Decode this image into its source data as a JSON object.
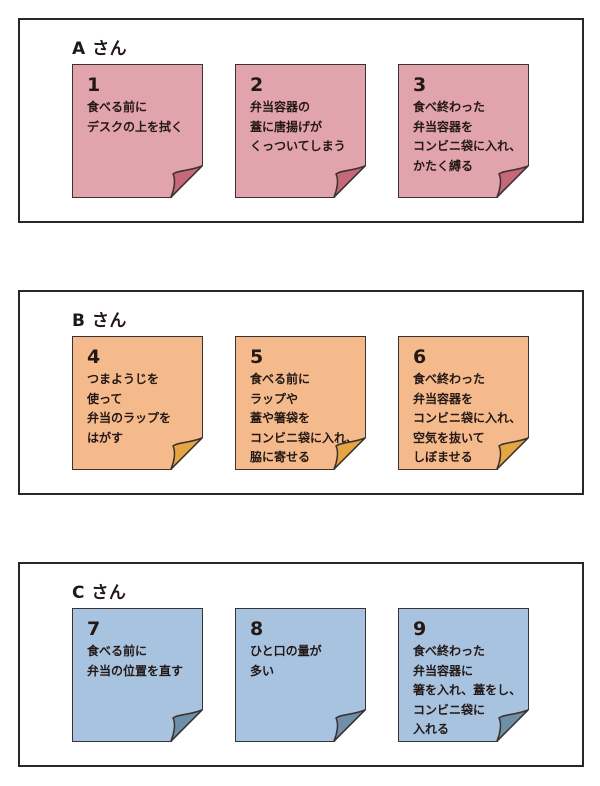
{
  "colors": {
    "pink": "#e1a3ac",
    "pink_fold": "#c5697a",
    "orange": "#f5ba8c",
    "orange_fold": "#e5a542",
    "blue": "#a8c3df",
    "blue_fold": "#6f8ea8",
    "border": "#2b2624"
  },
  "groups": [
    {
      "title": "A さん",
      "color": "pink",
      "notes": [
        {
          "number": "1",
          "lines": [
            "食べる前に",
            "デスクの上を拭く"
          ]
        },
        {
          "number": "2",
          "lines": [
            "弁当容器の",
            "蓋に唐揚げが",
            "くっついてしまう"
          ]
        },
        {
          "number": "3",
          "lines": [
            "食べ終わった",
            "弁当容器を",
            "コンビニ袋に入れ、",
            "かたく縛る"
          ]
        }
      ]
    },
    {
      "title": "B さん",
      "color": "orange",
      "notes": [
        {
          "number": "4",
          "lines": [
            "つまようじを",
            "使って",
            "弁当のラップを",
            "はがす"
          ]
        },
        {
          "number": "5",
          "lines": [
            "食べる前に",
            "ラップや",
            "蓋や箸袋を",
            "コンビニ袋に入れ、",
            "脇に寄せる"
          ]
        },
        {
          "number": "6",
          "lines": [
            "食べ終わった",
            "弁当容器を",
            "コンビニ袋に入れ、",
            "空気を抜いて",
            "しぼませる"
          ]
        }
      ]
    },
    {
      "title": "C さん",
      "color": "blue",
      "notes": [
        {
          "number": "7",
          "lines": [
            "食べる前に",
            "弁当の位置を直す"
          ]
        },
        {
          "number": "8",
          "lines": [
            "ひと口の量が",
            "多い"
          ]
        },
        {
          "number": "9",
          "lines": [
            "食べ終わった",
            "弁当容器に",
            "箸を入れ、蓋をし、",
            "コンビニ袋に",
            "入れる"
          ]
        }
      ]
    }
  ]
}
